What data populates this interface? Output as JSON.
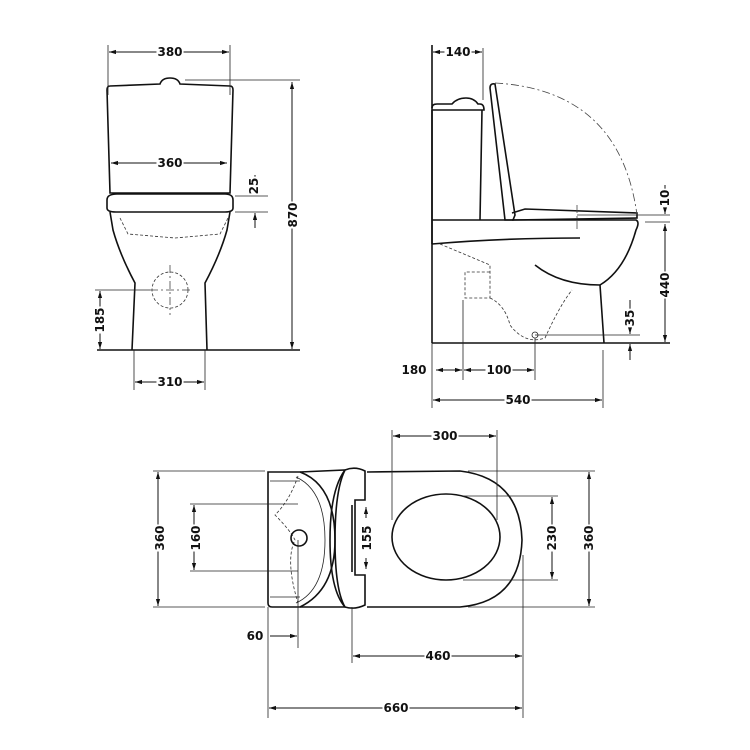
{
  "front_view": {
    "width_overall": "380",
    "width_seat": "360",
    "seat_thickness": "25",
    "height_overall": "870",
    "outlet_height": "185",
    "base_width": "310"
  },
  "side_view": {
    "tank_depth": "140",
    "seat_gap": "10",
    "rim_height": "440",
    "outlet_height": "35",
    "wall_offset": "180",
    "outlet_offset": "100",
    "depth_overall": "540"
  },
  "top_view": {
    "opening_length": "300",
    "opening_width": "230",
    "seat_width": "360",
    "width_overall": "360",
    "fixing_spacing": "160",
    "hinge_spacing": "155",
    "fixing_offset": "60",
    "seat_length": "460",
    "length_overall": "660"
  }
}
